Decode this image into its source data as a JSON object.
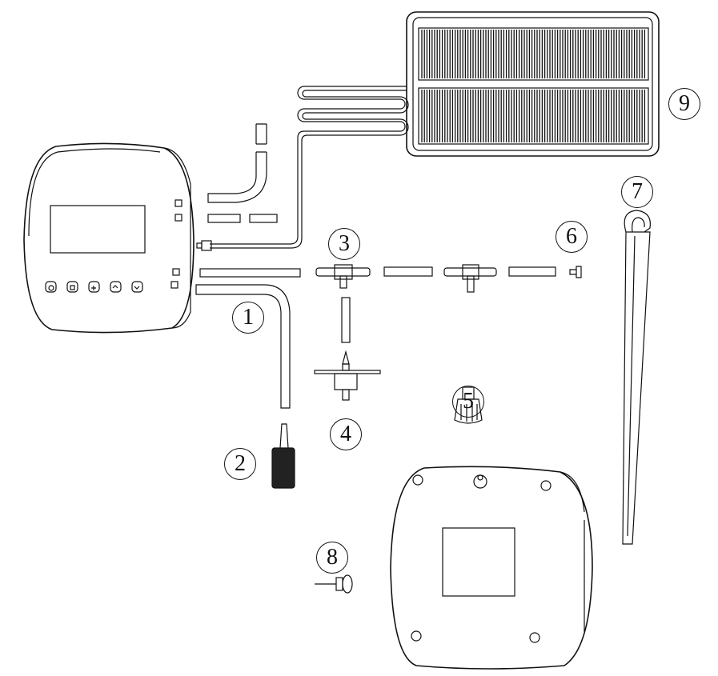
{
  "callouts": [
    {
      "id": "1",
      "part": "tube-l"
    },
    {
      "id": "2",
      "part": "filter"
    },
    {
      "id": "3",
      "part": "tee-connector"
    },
    {
      "id": "4",
      "part": "dripper-stake"
    },
    {
      "id": "5",
      "part": "adjustable-nozzle"
    },
    {
      "id": "6",
      "part": "end-plug"
    },
    {
      "id": "7",
      "part": "ground-stake"
    },
    {
      "id": "8",
      "part": "wall-screw"
    },
    {
      "id": "9",
      "part": "solar-panel"
    }
  ],
  "colors": {
    "line": "#111111",
    "background": "#ffffff"
  }
}
